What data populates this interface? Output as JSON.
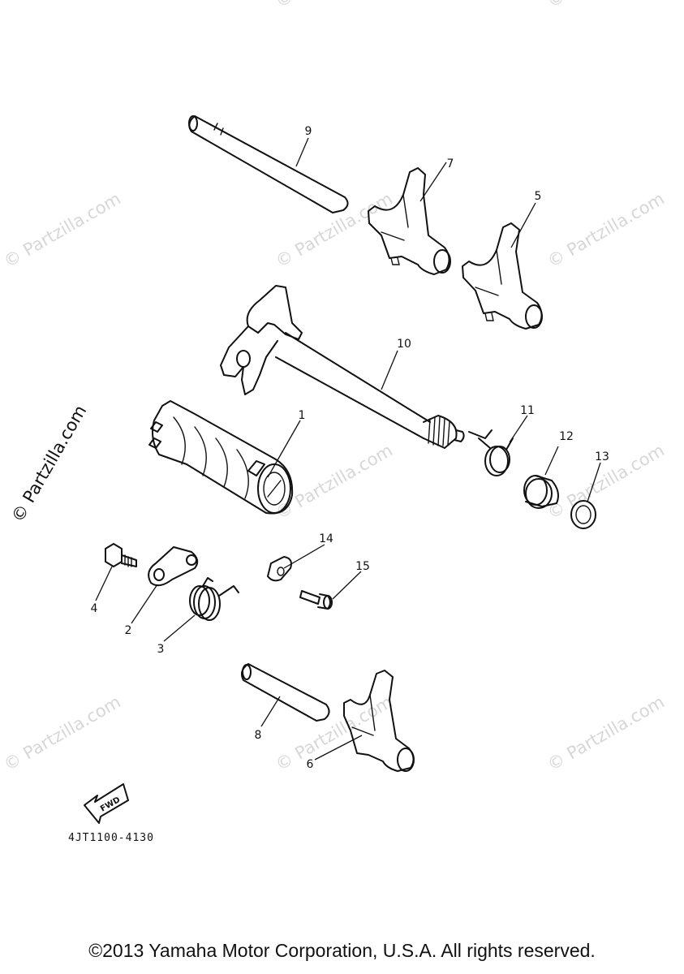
{
  "diagram": {
    "part_numbers": [
      "1",
      "2",
      "3",
      "4",
      "5",
      "6",
      "7",
      "8",
      "9",
      "10",
      "11",
      "12",
      "13",
      "14",
      "15"
    ],
    "diagram_code": "4JT1100-4130",
    "direction_label": "FWD",
    "watermark": "© Partzilla.com",
    "side_watermark": "© Partzilla.com"
  },
  "footer": {
    "copyright": "©2013 Yamaha Motor Corporation, U.S.A. All rights reserved."
  },
  "colors": {
    "line": "#111111",
    "watermark": "#d7d7d7",
    "background": "#ffffff"
  }
}
